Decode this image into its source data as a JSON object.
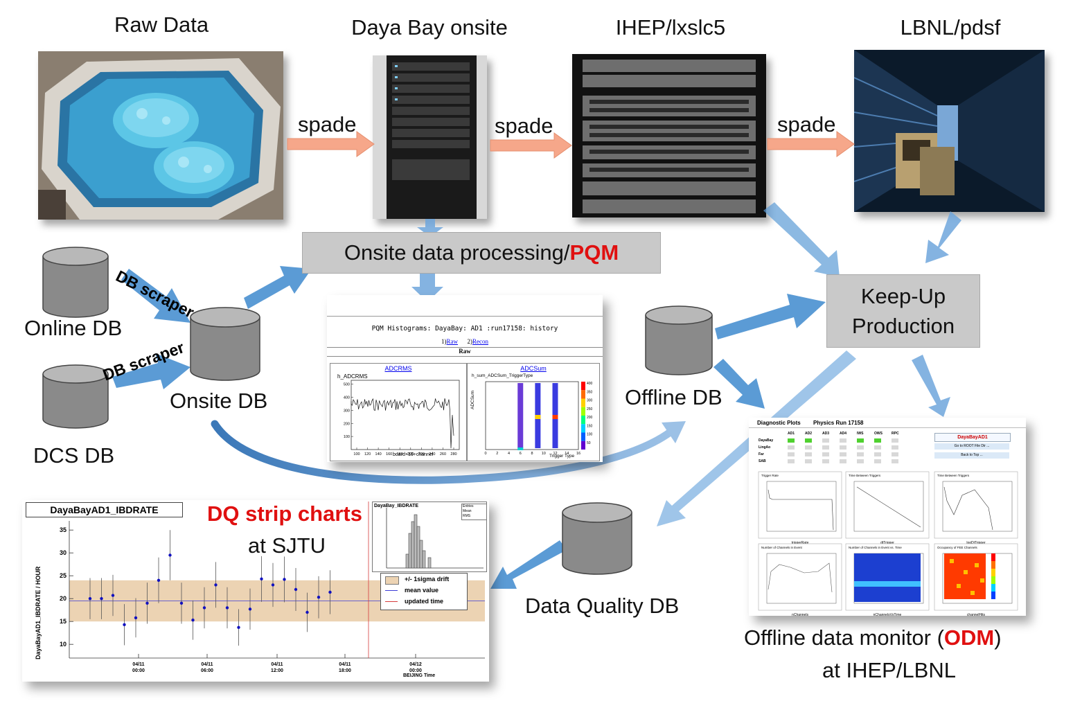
{
  "titles": {
    "raw_data": "Raw Data",
    "daya_bay_onsite": "Daya Bay onsite",
    "ihep": "IHEP/lxslc5",
    "lbnl": "LBNL/pdsf"
  },
  "arrows": {
    "spade1": "spade",
    "spade2": "spade",
    "spade3": "spade",
    "db_scraper_1": "DB scraper",
    "db_scraper_2": "DB scraper"
  },
  "boxes": {
    "onsite_processing_prefix": "Onsite data processing/",
    "onsite_processing_highlight": "PQM",
    "keepup_line1": "Keep-Up",
    "keepup_line2": "Production"
  },
  "databases": {
    "online": "Online DB",
    "dcs": "DCS DB",
    "onsite": "Onsite DB",
    "offline": "Offline DB",
    "dq": "Data Quality DB"
  },
  "captions": {
    "dq_strip_red": "DQ strip charts",
    "dq_strip_black": "at SJTU",
    "odm_prefix": "Offline data monitor (",
    "odm_highlight": "ODM",
    "odm_suffix": ")",
    "odm_line2": "at IHEP/LBNL"
  },
  "pqm_shot": {
    "title": "PQM Histograms: DayaBay: AD1 :run17158: history",
    "link1_prefix": "1)",
    "link1": "Raw",
    "link2_prefix": "2)",
    "link2": "Recon",
    "section": "Raw",
    "plot1_link": "ADCRMS",
    "plot1_name": "h_ADCRMS",
    "plot1_xlabel": "board×16+channel",
    "plot1_xticks": [
      "100",
      "120",
      "140",
      "160",
      "180",
      "200",
      "220",
      "240",
      "260",
      "280"
    ],
    "plot1_yticks": [
      "100",
      "200",
      "300",
      "400",
      "500"
    ],
    "plot2_link": "ADCSum",
    "plot2_name": "h_sum_ADCSum_TriggerType",
    "plot2_xlabel": "Trigger Type",
    "plot2_ylabel": "ADCSum",
    "plot2_xticks": [
      "0",
      "2",
      "4",
      "6",
      "8",
      "10",
      "12",
      "14",
      "16"
    ],
    "plot2_zticks": [
      "400",
      "350",
      "300",
      "250",
      "200",
      "150",
      "100",
      "50"
    ]
  },
  "odm_shot": {
    "header_left": "Diagnostic Plots",
    "header_right": "Physics Run 17158",
    "col_headers": [
      "AD1",
      "AD2",
      "AD3",
      "AD4",
      "IWS",
      "OWS",
      "RPC"
    ],
    "row_headers": [
      "DayaBay",
      "LingAo",
      "Far",
      "SAB"
    ],
    "btn_main": "DayaBayAD1",
    "btn_root": "Go to ROOT File Dir ...",
    "btn_top": "Back to Top ...",
    "panel_titles": [
      "Trigger Rate",
      "Time Between Triggers",
      "Time Between Triggers",
      "Number of Channels in Event",
      "Number of Channels in Event vs. Time",
      "Occupancy of FEE Channels"
    ],
    "panel_xlabels": [
      "triggerRate",
      "dtTrigger",
      "logDtTrigger",
      "nChannels",
      "nChannelsVsTime",
      "channelHits"
    ]
  },
  "dq_shot": {
    "title": "DayaBayAD1_IBDRATE",
    "ylabel": "DayaBayAD1_IBDRATE / HOUR",
    "yticks": [
      "10",
      "15",
      "20",
      "25",
      "30",
      "35"
    ],
    "xticks_date": [
      "04/11",
      "04/11",
      "04/11",
      "04/11",
      "04/12"
    ],
    "xticks_time": [
      "00:00",
      "06:00",
      "12:00",
      "18:00",
      "00:00"
    ],
    "xaxis_label": "BEIJING Time",
    "inset_title": "DayaBay_IBDRATE",
    "inset_stats": [
      "Entries",
      "Mean",
      "RMS"
    ],
    "legend": [
      "+/- 1sigma drift",
      "mean value",
      "updated time"
    ]
  },
  "chart_data": {
    "type": "scatter",
    "title": "DayaBayAD1_IBDRATE",
    "ylabel": "DayaBayAD1_IBDRATE / HOUR",
    "xlabel": "BEIJING Time",
    "x": [
      1,
      2,
      3,
      4,
      5,
      6,
      7,
      8,
      9,
      10,
      11,
      12,
      13,
      14,
      15,
      16,
      17,
      18,
      19,
      20,
      21,
      22,
      23,
      24
    ],
    "values": [
      20.0,
      20.0,
      20.7,
      14.3,
      15.8,
      19.0,
      24.0,
      29.5,
      19.0,
      15.3,
      18.0,
      23.0,
      18.0,
      13.7,
      17.7,
      24.3,
      23.0,
      24.2,
      22.0,
      17.0,
      20.3,
      21.4,
      null,
      null
    ],
    "errors": [
      4.5,
      4.5,
      4.5,
      4.5,
      4.3,
      4.5,
      5.0,
      5.5,
      4.5,
      4.3,
      4.5,
      5.0,
      4.5,
      4.0,
      4.5,
      5.0,
      4.8,
      5.0,
      4.7,
      4.3,
      4.6,
      4.8,
      null,
      null
    ],
    "band": [
      15,
      24
    ],
    "mean": 19.5,
    "ylim": [
      7,
      37
    ]
  },
  "colors": {
    "highlight_red": "#e01010",
    "box_gray": "#c9c9c9",
    "arrow_blue": "#5b9bd5",
    "arrow_orange": "#f4a582",
    "band_tan": "#ecd3b3"
  }
}
